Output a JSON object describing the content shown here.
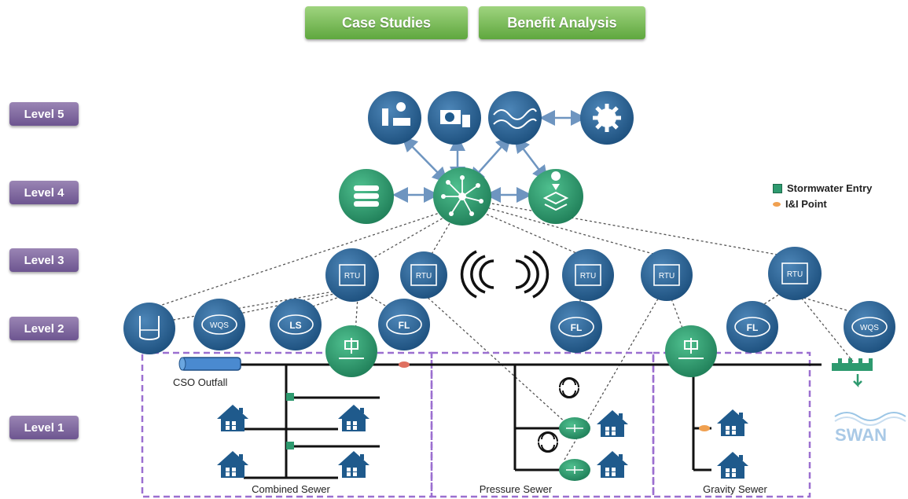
{
  "buttons": {
    "case_studies": "Case Studies",
    "benefit_analysis": "Benefit Analysis"
  },
  "levels": [
    "Level 5",
    "Level 4",
    "Level 3",
    "Level 2",
    "Level 1"
  ],
  "legend": {
    "stormwater_entry": "Stormwater Entry",
    "ii_point": "I&I Point"
  },
  "devices": {
    "rtu": "RTU",
    "wqs": "WQS",
    "ls": "LS",
    "fl": "FL"
  },
  "labels": {
    "cso_outfall": "CSO Outfall",
    "combined_sewer": "Combined Sewer",
    "pressure_sewer": "Pressure Sewer",
    "gravity_sewer": "Gravity Sewer"
  },
  "logo": {
    "text": "SWAN"
  },
  "colors": {
    "navy": "#1f5a8c",
    "teal": "#2e9a6f",
    "purple_dashed": "#9b6fd0",
    "green_button": "#6cb24a",
    "level_purple": "#7a64a0"
  }
}
